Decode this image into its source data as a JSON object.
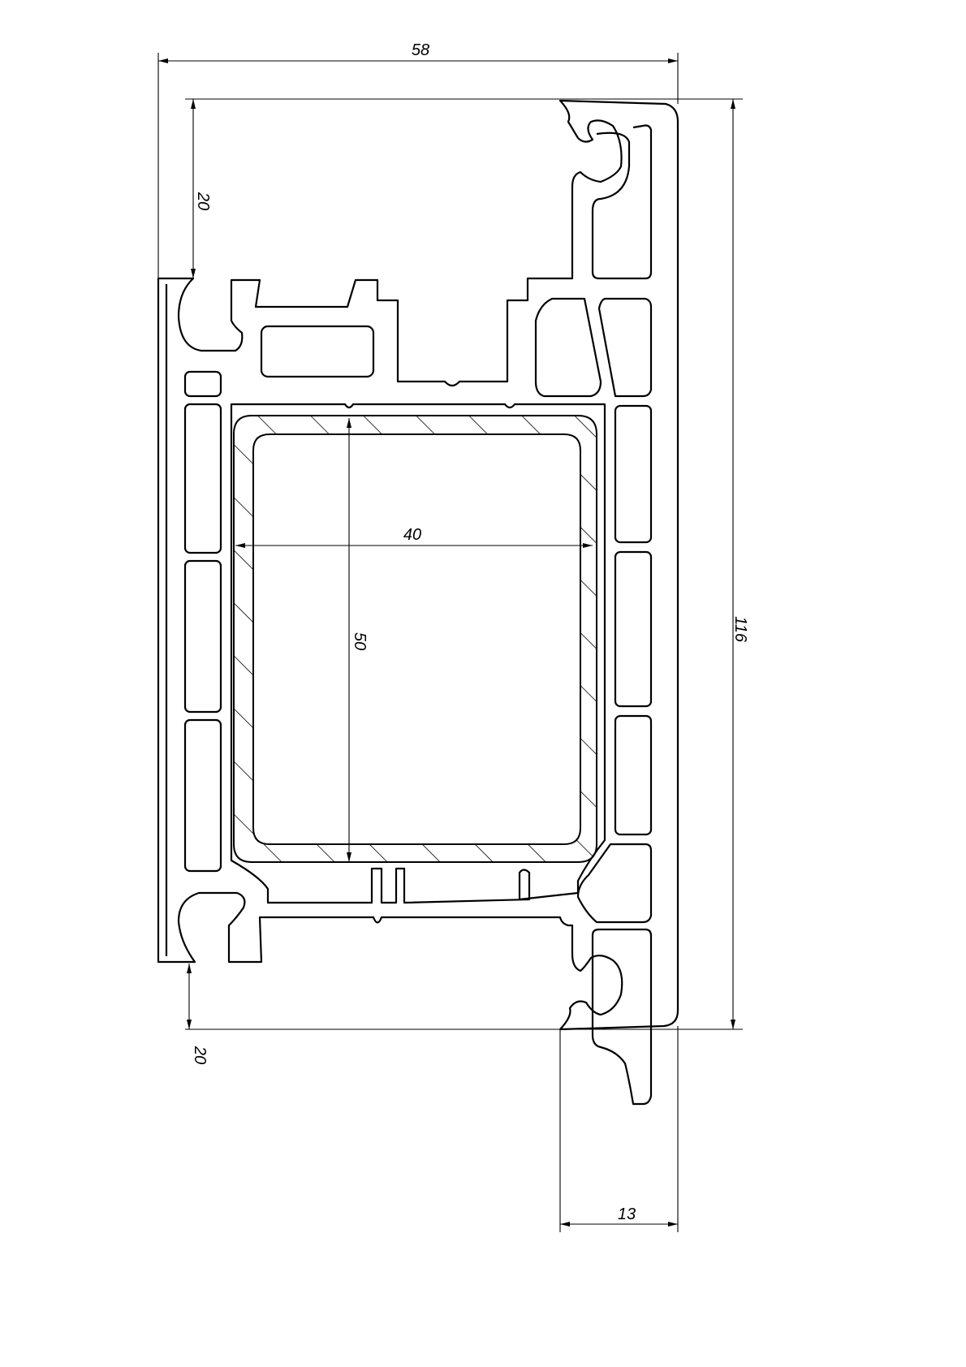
{
  "drawing": {
    "title": "PVC profile cross-section with steel reinforcement",
    "line_color": "#000000",
    "background": "#ffffff",
    "dimensions": {
      "overall_width": "58",
      "top_offset": "20",
      "bottom_offset": "20",
      "overall_height": "116",
      "reinforcement_width": "40",
      "reinforcement_height": "50",
      "sash_lip": "13"
    }
  }
}
